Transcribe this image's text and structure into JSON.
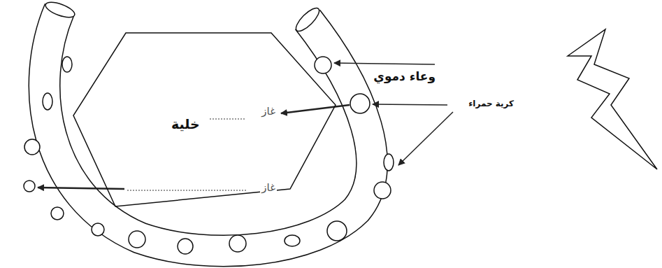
{
  "diagram": {
    "nodes": [
      {
        "text": [
          "خلية"
        ]
      }
    ],
    "labels": [
      "وعاء دموي",
      "غاز",
      "كرية حمراء",
      "غاز"
    ]
  }
}
